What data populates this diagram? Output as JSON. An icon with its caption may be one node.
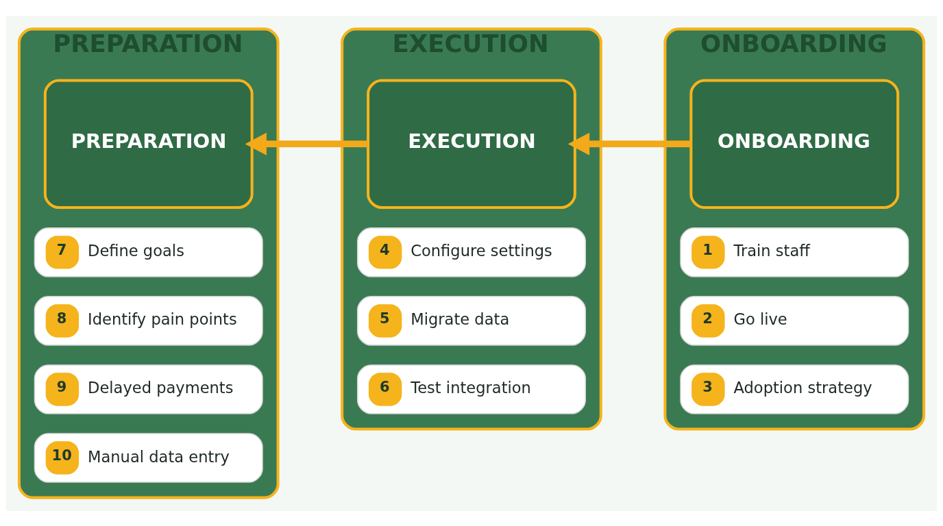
{
  "diagram": {
    "nodes": [
      {
        "text": [
          "PREPARATION"
        ]
      },
      {
        "text": [
          "PREPARATION"
        ],
        "in": 0
      },
      {
        "text": [
          "7",
          "Define goals"
        ],
        "in": 0
      },
      {
        "text": [
          "8",
          "Identify pain points"
        ],
        "in": 0
      },
      {
        "text": [
          "9",
          "Delayed payments"
        ],
        "in": 0
      },
      {
        "text": [
          "10",
          "Manual data entry"
        ],
        "in": 0
      },
      {
        "text": [
          "EXECUTION"
        ]
      },
      {
        "text": [
          "EXECUTION"
        ],
        "in": 6
      },
      {
        "text": [
          "4",
          "Configure settings"
        ],
        "in": 6
      },
      {
        "text": [
          "5",
          "Migrate data"
        ],
        "in": 6
      },
      {
        "text": [
          "6",
          "Test integration"
        ],
        "in": 6
      },
      {
        "text": [
          "ONBOARDING"
        ]
      },
      {
        "text": [
          "ONBOARDING"
        ],
        "in": 11
      },
      {
        "text": [
          "1",
          "Train staff"
        ],
        "in": 11
      },
      {
        "text": [
          "2",
          "Go live"
        ],
        "in": 11
      },
      {
        "text": [
          "3",
          "Adoption strategy"
        ],
        "in": 11
      }
    ],
    "edges": [
      {
        "from": 12,
        "to": 7,
        "arrow": "to"
      },
      {
        "from": 7,
        "to": 1,
        "arrow": "to"
      }
    ]
  }
}
